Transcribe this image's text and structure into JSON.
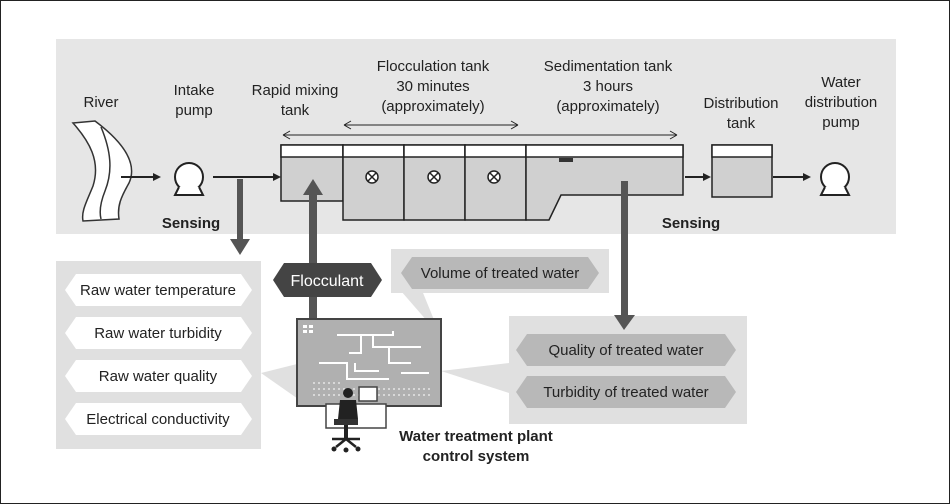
{
  "process": {
    "river": "River",
    "intake_pump": [
      "Intake",
      "pump"
    ],
    "rapid_mixing_tank": [
      "Rapid mixing",
      "tank"
    ],
    "flocculation_tank": [
      "Flocculation tank",
      "30 minutes",
      "(approximately)"
    ],
    "sedimentation_tank": [
      "Sedimentation tank",
      "3 hours",
      "(approximately)"
    ],
    "distribution_tank": [
      "Distribution",
      "tank"
    ],
    "distribution_pump": [
      "Water",
      "distribution",
      "pump"
    ],
    "sensing_left": "Sensing",
    "sensing_right": "Sensing"
  },
  "flocculant": "Flocculant",
  "raw_water_sensors": [
    "Raw water temperature",
    "Raw water turbidity",
    "Raw water quality",
    "Electrical conductivity"
  ],
  "treated_water": {
    "volume": "Volume of treated water",
    "quality": "Quality of treated water",
    "turbidity": "Turbidity of treated water"
  },
  "control_system": [
    "Water treatment plant",
    "control system"
  ]
}
